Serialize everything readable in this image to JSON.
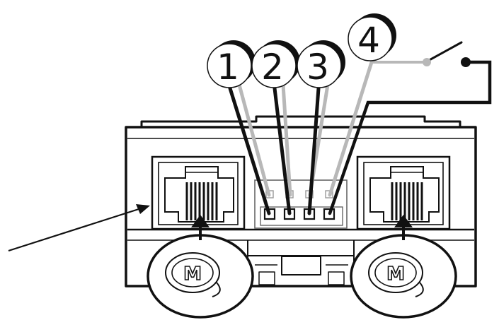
{
  "callouts": [
    {
      "label": "1"
    },
    {
      "label": "2"
    },
    {
      "label": "3"
    },
    {
      "label": "4"
    }
  ],
  "connectors": {
    "left": {
      "logo": "M"
    },
    "right": {
      "logo": "M"
    }
  },
  "colors": {
    "ink": "#111111",
    "wire_grey": "#b8b8b8",
    "background": "#ffffff"
  }
}
